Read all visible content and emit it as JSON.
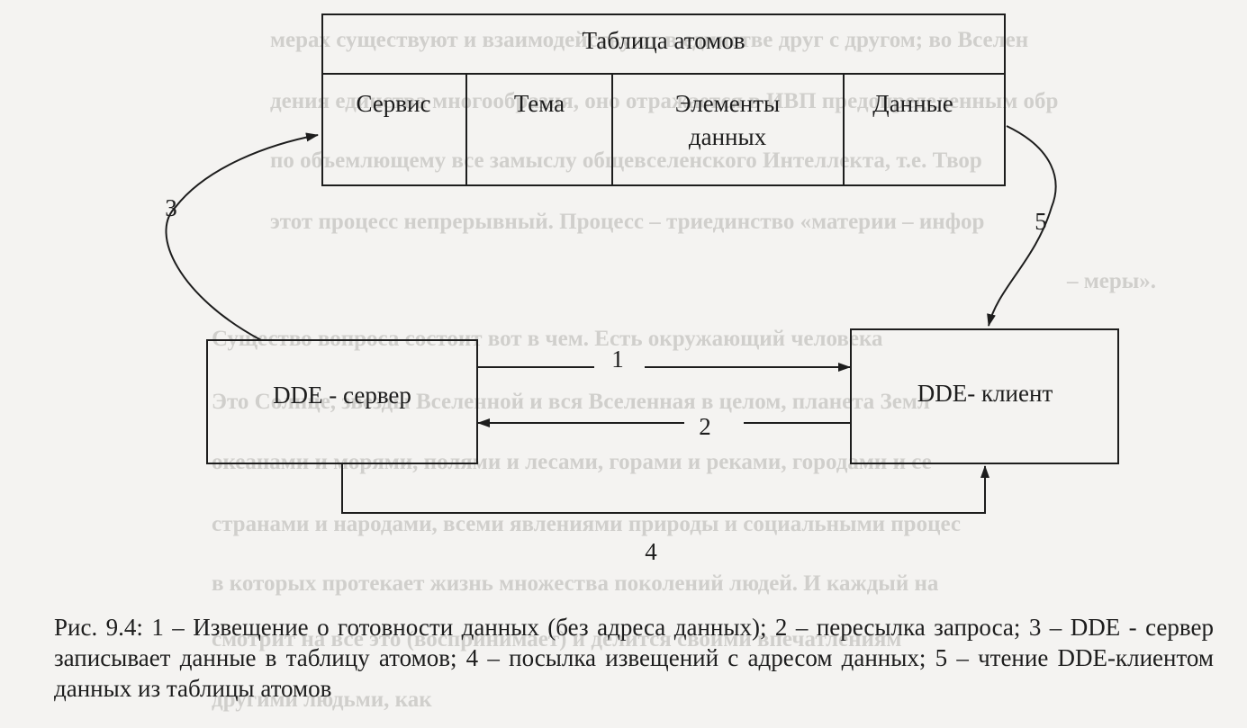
{
  "atom_table": {
    "title": "Таблица атомов",
    "columns": [
      "Сервис",
      "Тема",
      "Элементы данных",
      "Данные"
    ],
    "column_lines": [
      [
        "Сервис"
      ],
      [
        "Тема"
      ],
      [
        "Элементы",
        "данных"
      ],
      [
        "Данные"
      ]
    ]
  },
  "server": {
    "label": "DDE - сервер"
  },
  "client": {
    "label": "DDE- клиент"
  },
  "arrows": [
    {
      "id": "1",
      "label": "1",
      "from": "DDE - сервер",
      "to": "DDE- клиент"
    },
    {
      "id": "2",
      "label": "2",
      "from": "DDE- клиент",
      "to": "DDE - сервер"
    },
    {
      "id": "3",
      "label": "3",
      "from": "DDE - сервер",
      "to": "Таблица атомов"
    },
    {
      "id": "4",
      "label": "4",
      "from": "DDE - сервер",
      "to": "DDE- клиент"
    },
    {
      "id": "5",
      "label": "5",
      "from": "Таблица атомов",
      "to": "DDE- клиент"
    }
  ],
  "caption": "Рис. 9.4: 1 – Извещение о готовности данных (без адреса данных); 2 – пересылка запроса; 3 – DDE - сервер записывает данные в таблицу атомов; 4 – посылка извещений с адресом данных; 5 – чтение DDE-клиентом данных из таблицы атомов",
  "background_lines": [
    "мерах существуют и взаимодействуют в единстве друг с другом; во Вселен",
    "дения единства многообразия, оно отражается в ИВП предопределенным обр",
    "по объемлющему все замыслу общевселенского Интеллекта, т.е. Твор",
    "этот процесс непрерывный. Процесс – триединство «материи – инфор",
    "– меры».",
    "Существо вопроса состоит вот в чем. Есть окружающий человека",
    "Это Солнце, звезды Вселенной и вся Вселенная в целом, планета Земл",
    "океанами и морями, полями и лесами, горами и реками, городами и се",
    "странами и народами, всеми явлениями природы и социальными процес",
    "в которых протекает жизнь множества поколений людей. И каждый на",
    "смотрит на все это (воспринимает) и делится своими впечатлениям",
    "другими людьми, как"
  ]
}
